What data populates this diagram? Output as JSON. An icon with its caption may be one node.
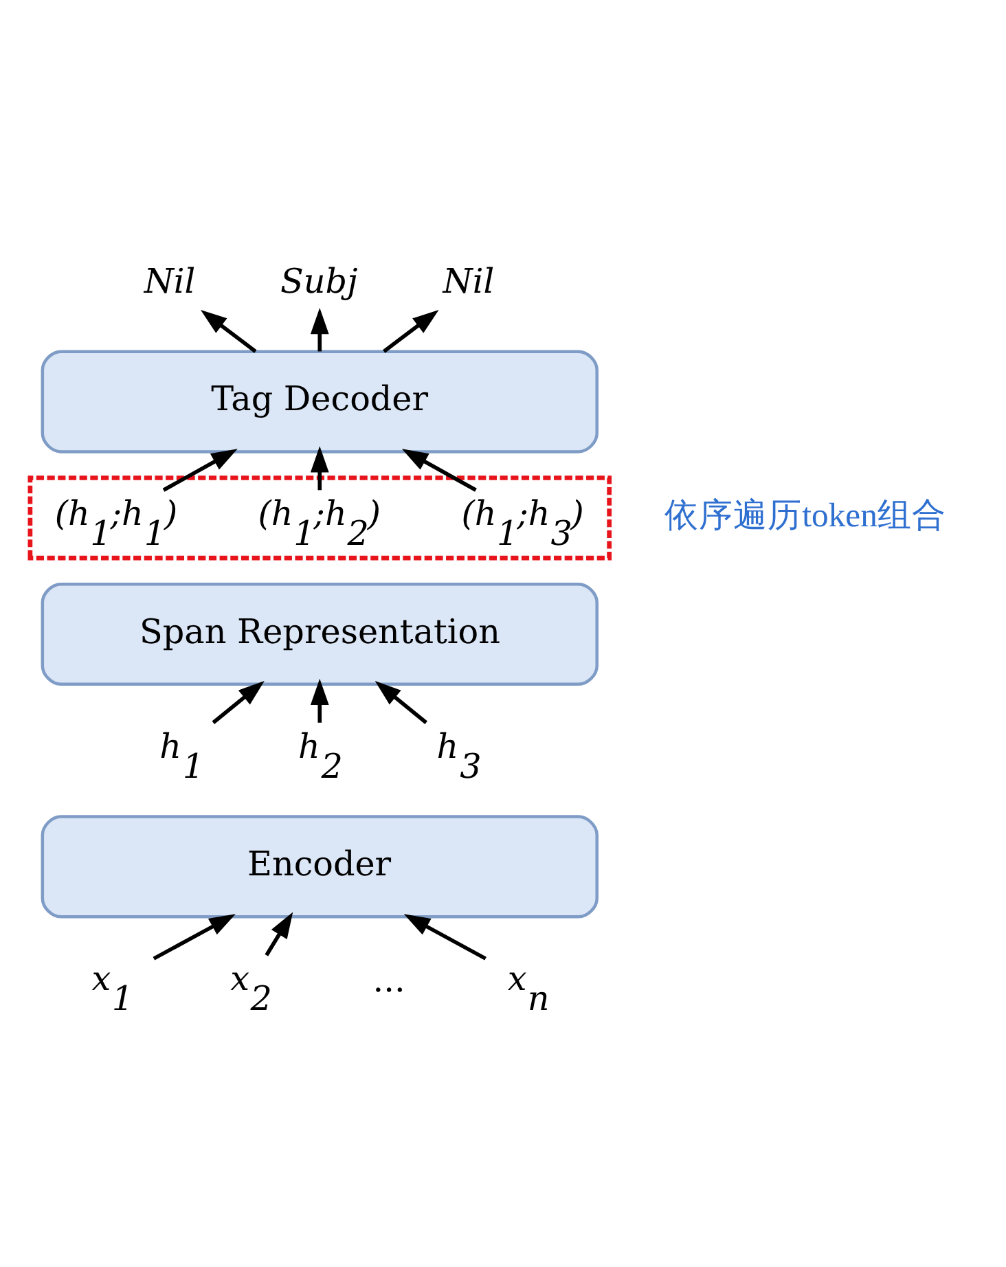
{
  "diagram": {
    "nodes": [
      {
        "text": [
          "Nil"
        ]
      },
      {
        "text": [
          "Subj"
        ]
      },
      {
        "text": [
          "Nil"
        ]
      },
      {
        "text": [
          "Tag Decoder"
        ]
      },
      {
        "text": [],
        "shape": "box"
      },
      {
        "text": [
          "(h$_{1}$;h$_{1}$)"
        ],
        "in": 4
      },
      {
        "text": [
          "(h$_{1}$;h$_{2}$)"
        ],
        "in": 4
      },
      {
        "text": [
          "(h$_{1}$;h$_{3}$)"
        ],
        "in": 4
      },
      {
        "text": [
          "Span Representation"
        ]
      },
      {
        "text": [
          "h$_{1}$"
        ]
      },
      {
        "text": [
          "h$_{2}$"
        ]
      },
      {
        "text": [
          "h$_{3}$"
        ]
      },
      {
        "text": [
          "Encoder"
        ]
      },
      {
        "text": [
          "x$_{1}$"
        ]
      },
      {
        "text": [
          "x$_{2}$"
        ]
      },
      {
        "text": [
          "x$_{n}$"
        ]
      }
    ],
    "edges": [
      {
        "from": 3,
        "to": 0,
        "arrow": "to"
      },
      {
        "from": 3,
        "to": 1,
        "arrow": "to"
      },
      {
        "from": 3,
        "to": 2,
        "arrow": "to"
      },
      {
        "from": 5,
        "to": 3,
        "arrow": "to"
      },
      {
        "from": 6,
        "to": 3,
        "arrow": "to"
      },
      {
        "from": 7,
        "to": 3,
        "arrow": "to"
      },
      {
        "from": 9,
        "to": 8,
        "arrow": "to"
      },
      {
        "from": 10,
        "to": 8,
        "arrow": "to"
      },
      {
        "from": 11,
        "to": 8,
        "arrow": "to"
      },
      {
        "from": 13,
        "to": 12,
        "arrow": "to"
      },
      {
        "from": 14,
        "to": 12,
        "arrow": "to"
      },
      {
        "from": 15,
        "to": 12,
        "arrow": "to"
      }
    ],
    "labels": [
      "依序遍历token组合",
      "..."
    ]
  }
}
